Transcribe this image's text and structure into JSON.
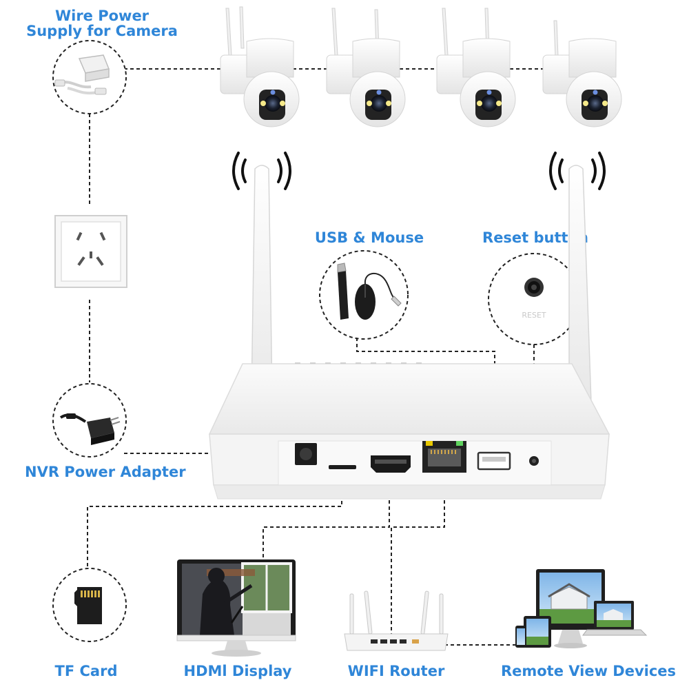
{
  "labels": {
    "wire_power": [
      "Wire Power",
      "Supply for Camera"
    ],
    "usb_mouse": "USB & Mouse",
    "reset_button": "Reset button",
    "nvr_power": "NVR Power Adapter",
    "tf_card": "TF Card",
    "hdmi_display": "HDMl Display",
    "wifi_router": "WIFI Router",
    "remote_view": "Remote View Devices"
  },
  "device_text": {
    "reset": "RESET"
  },
  "colors": {
    "label_blue": "#2f86d8",
    "line": "#222222",
    "device": "#f2f2f2"
  }
}
